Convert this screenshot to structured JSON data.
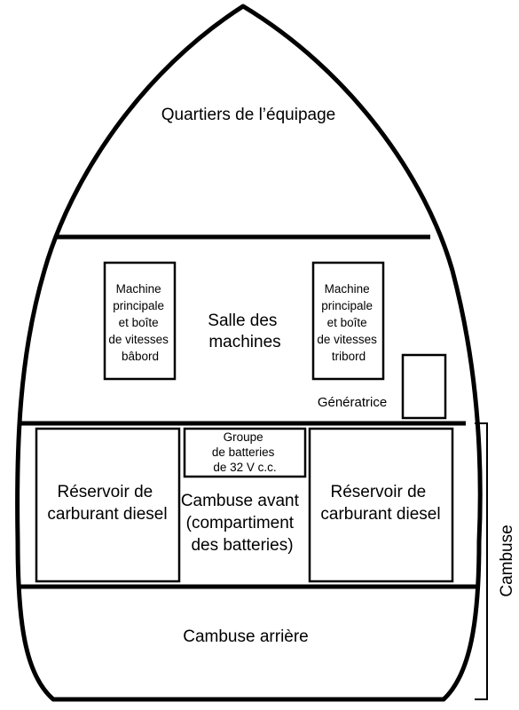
{
  "labels": {
    "crew_quarters": "Quartiers de l’équipage",
    "engine_room": [
      "Salle des",
      "machines"
    ],
    "port_engine": [
      "Machine",
      "principale",
      "et boîte",
      "de vitesses",
      "bâbord"
    ],
    "starboard_engine": [
      "Machine",
      "principale",
      "et boîte",
      "de vitesses",
      "tribord"
    ],
    "generator": "Génératrice",
    "battery_group": [
      "Groupe",
      "de batteries",
      "de 32 V c.c."
    ],
    "left_fuel_tank": [
      "Réservoir de",
      "carburant diesel"
    ],
    "right_fuel_tank": [
      "Réservoir de",
      "carburant diesel"
    ],
    "forward_lazarette": [
      "Cambuse avant",
      "(compartiment",
      "des batteries)"
    ],
    "aft_lazarette": "Cambuse arrière",
    "side_bracket": "Cambuse"
  }
}
